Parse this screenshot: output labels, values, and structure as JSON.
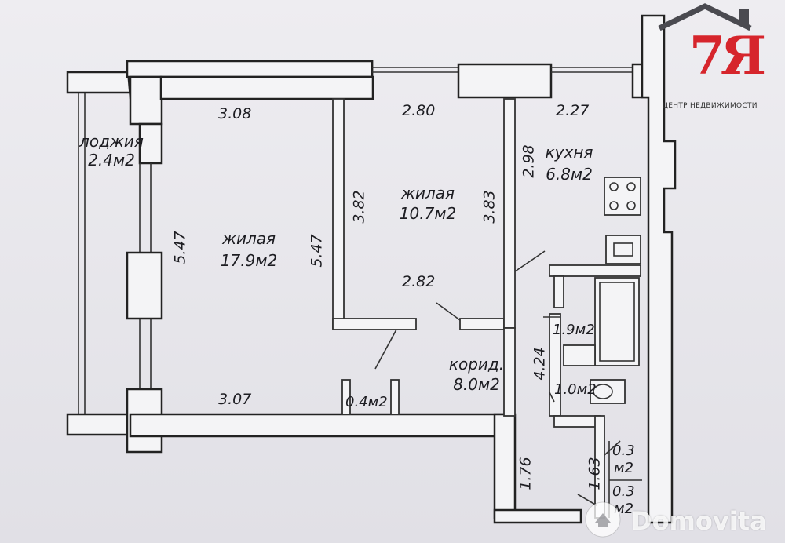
{
  "plan": {
    "rooms": [
      {
        "id": "loggia",
        "name": "лоджия",
        "area": "2.4м2"
      },
      {
        "id": "living_large",
        "name": "жилая",
        "area": "17.9м2"
      },
      {
        "id": "living_small",
        "name": "жилая",
        "area": "10.7м2"
      },
      {
        "id": "kitchen",
        "name": "кухня",
        "area": "6.8м2"
      },
      {
        "id": "corridor",
        "name": "корид.",
        "area": "8.0м2"
      }
    ],
    "small_areas": {
      "bath": "1.9м2",
      "toilet": "1.0м2",
      "closet": "0.4м2",
      "pantry_top_line1": "0.3",
      "pantry_top_line2": "м2",
      "pantry_bottom_line1": "0.3",
      "pantry_bottom_line2": "м2"
    },
    "dimensions": {
      "living_large_top": "3.08",
      "living_large_bottom": "3.07",
      "living_large_left": "5.47",
      "living_large_right": "5.47",
      "living_small_top": "2.80",
      "living_small_bottom": "2.82",
      "living_small_left": "3.82",
      "living_small_right": "3.83",
      "kitchen_top": "2.27",
      "kitchen_left": "2.98",
      "corridor_right": "4.24",
      "entry_left": "1.76",
      "entry_right": "1.63"
    }
  },
  "logo": {
    "mark": "7Я",
    "caption": "ЦЕНТР НЕДВИЖИМОСТИ",
    "accent_color": "#d6252c"
  },
  "watermark": {
    "text": "Domovita"
  }
}
